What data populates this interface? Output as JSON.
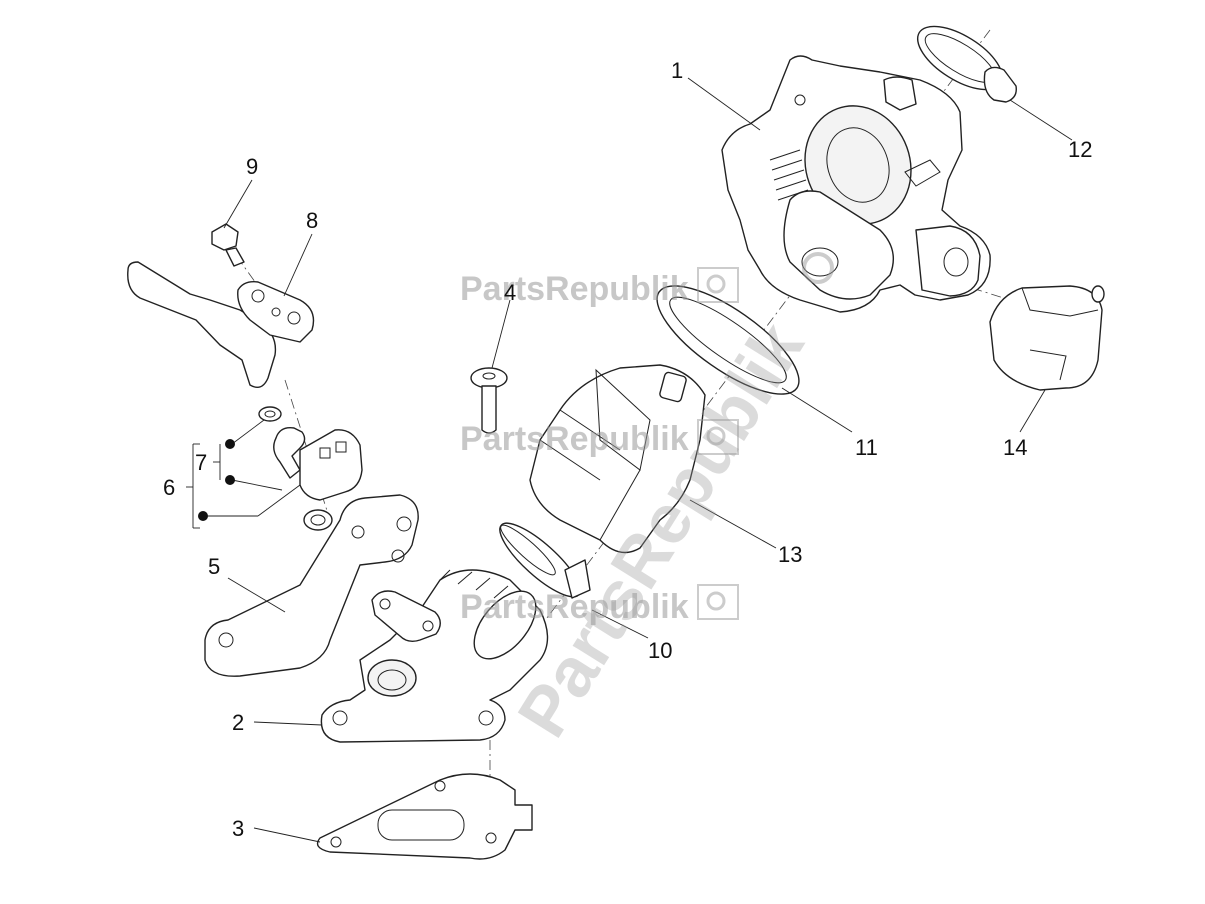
{
  "diagram": {
    "callouts": [
      {
        "id": "callout-1",
        "label": "1"
      },
      {
        "id": "callout-2",
        "label": "2"
      },
      {
        "id": "callout-3",
        "label": "3"
      },
      {
        "id": "callout-4",
        "label": "4"
      },
      {
        "id": "callout-5",
        "label": "5"
      },
      {
        "id": "callout-6",
        "label": "6"
      },
      {
        "id": "callout-7",
        "label": "7"
      },
      {
        "id": "callout-8",
        "label": "8"
      },
      {
        "id": "callout-9",
        "label": "9"
      },
      {
        "id": "callout-10",
        "label": "10"
      },
      {
        "id": "callout-11",
        "label": "11"
      },
      {
        "id": "callout-12",
        "label": "12"
      },
      {
        "id": "callout-13",
        "label": "13"
      },
      {
        "id": "callout-14",
        "label": "14"
      }
    ],
    "watermark": {
      "text": "PartsRepublik"
    }
  },
  "colors": {
    "line": "#222222",
    "watermark": "#9a9a9a",
    "background": "#ffffff"
  }
}
